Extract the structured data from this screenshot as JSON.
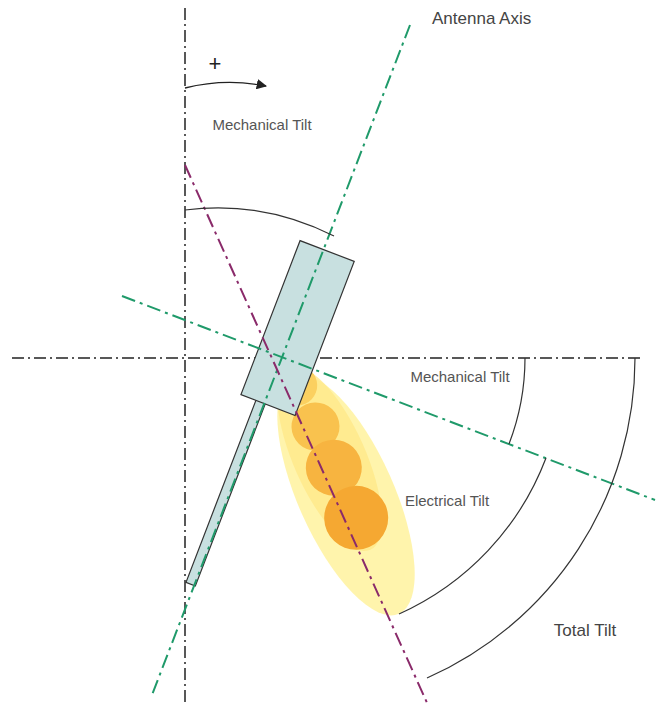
{
  "diagram": {
    "labels": [
      "Antenna Axis",
      "+",
      "Mechanical Tilt",
      "Mechanical Tilt",
      "Electrical Tilt",
      "Total Tilt"
    ]
  }
}
